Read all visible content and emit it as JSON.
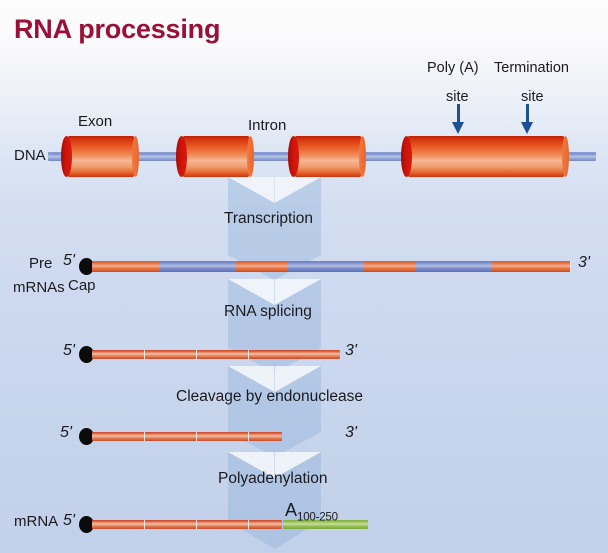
{
  "title": "RNA processing",
  "colors": {
    "title": "#9b1036",
    "exon": "#dd5f2e",
    "intron": "#6c7fc4",
    "polya_tail": "#8fbb4e",
    "arrow": "#1d4f92",
    "cap": "#0b0b0c",
    "background_top": "#fdfcfd",
    "background_bottom": "#c2d1ea"
  },
  "dna_row": {
    "row_label": "DNA",
    "exon_label": "Exon",
    "intron_label": "Intron",
    "annotations": [
      {
        "line1": "Poly (A)",
        "line2": "site",
        "icon": "down-arrow-icon"
      },
      {
        "line1": "Termination",
        "line2": "site",
        "icon": "down-arrow-icon"
      }
    ]
  },
  "processes": [
    {
      "label": "Transcription"
    },
    {
      "label": "RNA splicing"
    },
    {
      "label": "Cleavage by endonuclease"
    },
    {
      "label": "Polyadenylation"
    }
  ],
  "rows": [
    {
      "name": "pre-mrna",
      "label_line1": "Pre",
      "label_line2": "mRNAs",
      "five_prime": "5'",
      "three_prime": "3'",
      "cap_label": "Cap"
    },
    {
      "name": "spliced-mrna",
      "five_prime": "5'",
      "three_prime": "3'"
    },
    {
      "name": "cleaved-mrna",
      "five_prime": "5'",
      "three_prime": "3'"
    },
    {
      "name": "mature-mrna",
      "label_line1": "mRNA",
      "five_prime": "5'",
      "polya_base": "A",
      "polya_subscript": "100-250"
    }
  ]
}
